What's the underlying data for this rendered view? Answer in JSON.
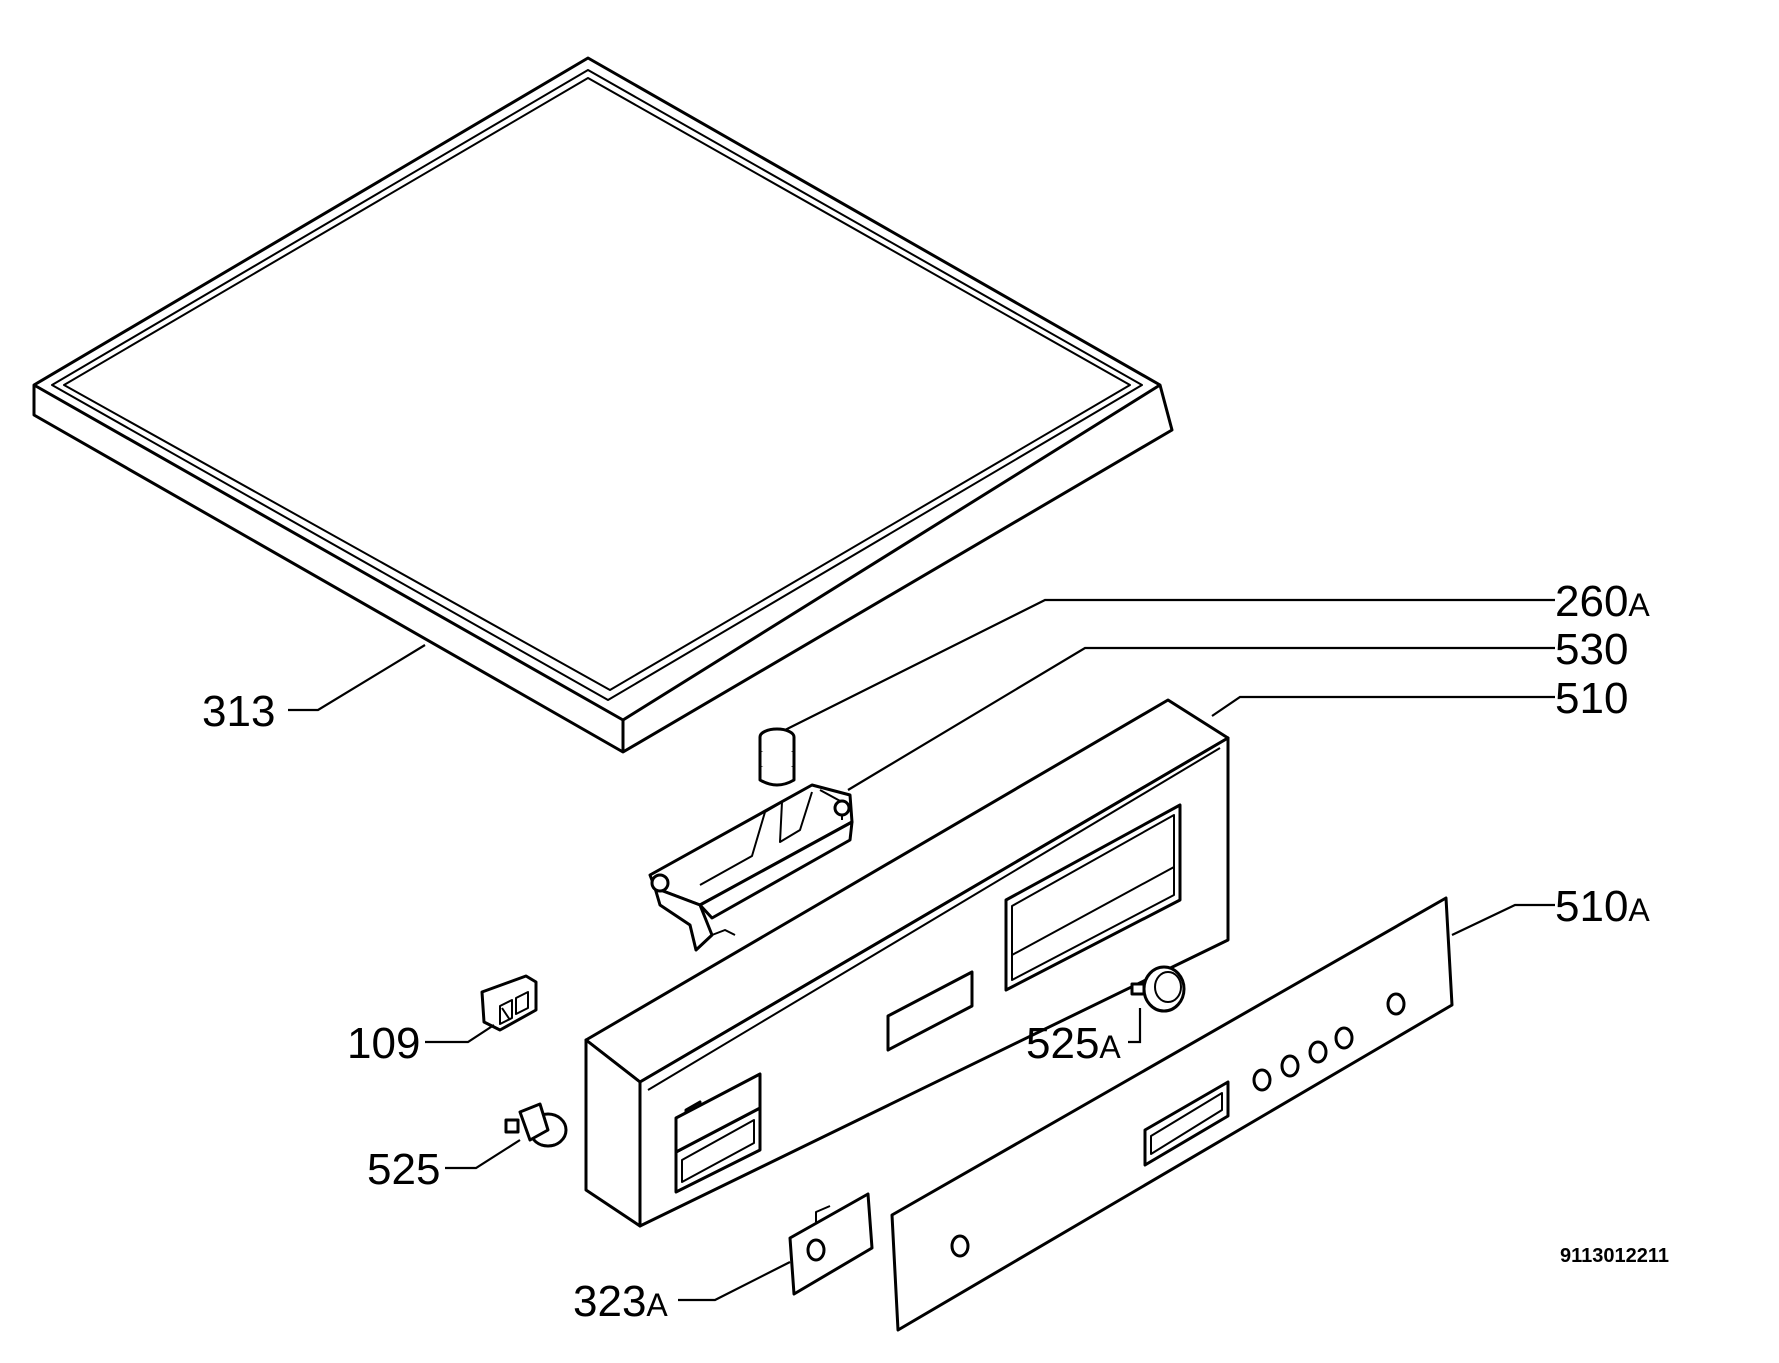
{
  "diagram": {
    "document_code": "9113012211",
    "callouts": [
      {
        "id": "313",
        "number": "313",
        "suffix": ""
      },
      {
        "id": "260A",
        "number": "260",
        "suffix": "A"
      },
      {
        "id": "530",
        "number": "530",
        "suffix": ""
      },
      {
        "id": "510",
        "number": "510",
        "suffix": ""
      },
      {
        "id": "510A",
        "number": "510",
        "suffix": "A"
      },
      {
        "id": "525A",
        "number": "525",
        "suffix": "A"
      },
      {
        "id": "109",
        "number": "109",
        "suffix": ""
      },
      {
        "id": "525",
        "number": "525",
        "suffix": ""
      },
      {
        "id": "323A",
        "number": "323",
        "suffix": "A"
      }
    ]
  }
}
